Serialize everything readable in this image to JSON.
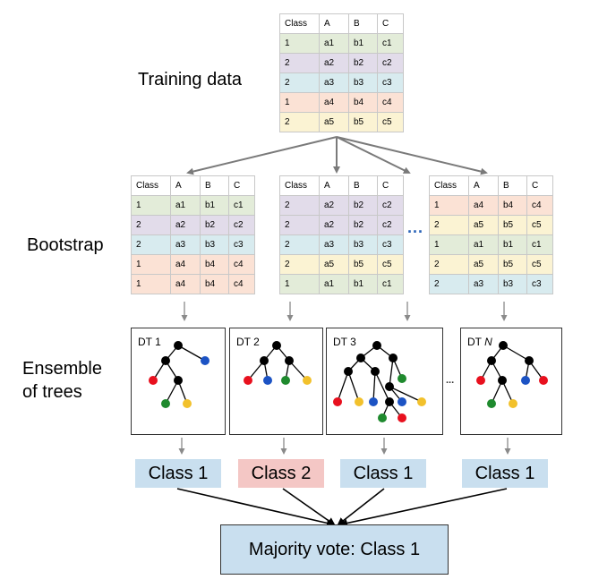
{
  "labels": {
    "training": "Training data",
    "bootstrap": "Bootstrap",
    "ensemble_line1": "Ensemble",
    "ensemble_line2": "of trees"
  },
  "row_colors": {
    "1": "#e3ecd9",
    "2": "#e2dcea",
    "3": "#d8ebef",
    "4": "#fbe2d5",
    "5": "#fbf3d3"
  },
  "node_colors": {
    "black": "#000000",
    "red": "#e8101e",
    "blue": "#1c53c4",
    "green": "#1f8a2e",
    "yellow": "#f2c12c"
  },
  "training_table": {
    "header": [
      "Class",
      "A",
      "B",
      "C"
    ],
    "rows": [
      {
        "key": "1",
        "cells": [
          "1",
          "a1",
          "b1",
          "c1"
        ]
      },
      {
        "key": "2",
        "cells": [
          "2",
          "a2",
          "b2",
          "c2"
        ]
      },
      {
        "key": "3",
        "cells": [
          "2",
          "a3",
          "b3",
          "c3"
        ]
      },
      {
        "key": "4",
        "cells": [
          "1",
          "a4",
          "b4",
          "c4"
        ]
      },
      {
        "key": "5",
        "cells": [
          "2",
          "a5",
          "b5",
          "c5"
        ]
      }
    ]
  },
  "bootstrap_tables": [
    {
      "header": [
        "Class",
        "A",
        "B",
        "C"
      ],
      "rows": [
        {
          "key": "1",
          "cells": [
            "1",
            "a1",
            "b1",
            "c1"
          ]
        },
        {
          "key": "2",
          "cells": [
            "2",
            "a2",
            "b2",
            "c2"
          ]
        },
        {
          "key": "3",
          "cells": [
            "2",
            "a3",
            "b3",
            "c3"
          ]
        },
        {
          "key": "4",
          "cells": [
            "1",
            "a4",
            "b4",
            "c4"
          ]
        },
        {
          "key": "4",
          "cells": [
            "1",
            "a4",
            "b4",
            "c4"
          ]
        }
      ]
    },
    {
      "header": [
        "Class",
        "A",
        "B",
        "C"
      ],
      "rows": [
        {
          "key": "2",
          "cells": [
            "2",
            "a2",
            "b2",
            "c2"
          ]
        },
        {
          "key": "2",
          "cells": [
            "2",
            "a2",
            "b2",
            "c2"
          ]
        },
        {
          "key": "3",
          "cells": [
            "2",
            "a3",
            "b3",
            "c3"
          ]
        },
        {
          "key": "5",
          "cells": [
            "2",
            "a5",
            "b5",
            "c5"
          ]
        },
        {
          "key": "1",
          "cells": [
            "1",
            "a1",
            "b1",
            "c1"
          ]
        }
      ]
    },
    {
      "header": [
        "Class",
        "A",
        "B",
        "C"
      ],
      "rows": [
        {
          "key": "4",
          "cells": [
            "1",
            "a4",
            "b4",
            "c4"
          ]
        },
        {
          "key": "5",
          "cells": [
            "2",
            "a5",
            "b5",
            "c5"
          ]
        },
        {
          "key": "1",
          "cells": [
            "1",
            "a1",
            "b1",
            "c1"
          ]
        },
        {
          "key": "5",
          "cells": [
            "2",
            "a5",
            "b5",
            "c5"
          ]
        },
        {
          "key": "3",
          "cells": [
            "2",
            "a3",
            "b3",
            "c3"
          ]
        }
      ]
    }
  ],
  "ellipsis_tables": "...",
  "ellipsis_trees": "...",
  "trees": [
    {
      "name": "DT 1",
      "nodes": [
        {
          "c": "black"
        },
        {
          "c": "black",
          "p": 0
        },
        {
          "c": "blue",
          "p": 0
        },
        {
          "c": "red",
          "p": 1
        },
        {
          "c": "black",
          "p": 1
        },
        {
          "c": "green",
          "p": 4
        },
        {
          "c": "yellow",
          "p": 4
        }
      ]
    },
    {
      "name": "DT 2",
      "nodes": [
        {
          "c": "black"
        },
        {
          "c": "black",
          "p": 0
        },
        {
          "c": "black",
          "p": 0
        },
        {
          "c": "red",
          "p": 1
        },
        {
          "c": "blue",
          "p": 1
        },
        {
          "c": "green",
          "p": 2
        },
        {
          "c": "yellow",
          "p": 2
        }
      ]
    },
    {
      "name": "DT 3",
      "nodes": [
        {
          "c": "black"
        },
        {
          "c": "black",
          "p": 0
        },
        {
          "c": "black",
          "p": 0
        },
        {
          "c": "black",
          "p": 1
        },
        {
          "c": "black",
          "p": 1
        },
        {
          "c": "green",
          "p": 2
        },
        {
          "c": "black",
          "p": 2
        },
        {
          "c": "red",
          "p": 3
        },
        {
          "c": "yellow",
          "p": 3
        },
        {
          "c": "blue",
          "p": 4
        },
        {
          "c": "black",
          "p": 4
        },
        {
          "c": "blue",
          "p": 6
        },
        {
          "c": "yellow",
          "p": 6
        },
        {
          "c": "green",
          "p": 10
        },
        {
          "c": "red",
          "p": 10
        }
      ]
    },
    {
      "name_prefix": "DT ",
      "name_italic": "N",
      "nodes": [
        {
          "c": "black"
        },
        {
          "c": "black",
          "p": 0
        },
        {
          "c": "black",
          "p": 0
        },
        {
          "c": "red",
          "p": 1
        },
        {
          "c": "black",
          "p": 1
        },
        {
          "c": "blue",
          "p": 2
        },
        {
          "c": "red",
          "p": 2
        },
        {
          "c": "green",
          "p": 4
        },
        {
          "c": "yellow",
          "p": 4
        }
      ]
    }
  ],
  "results": [
    {
      "label": "Class 1",
      "color": "#c9dfef"
    },
    {
      "label": "Class 2",
      "color": "#f4c7c5"
    },
    {
      "label": "Class 1",
      "color": "#c9dfef"
    },
    {
      "label": "Class 1",
      "color": "#c9dfef"
    }
  ],
  "majority": {
    "label": "Majority vote: Class 1",
    "color": "#c9dfef"
  }
}
